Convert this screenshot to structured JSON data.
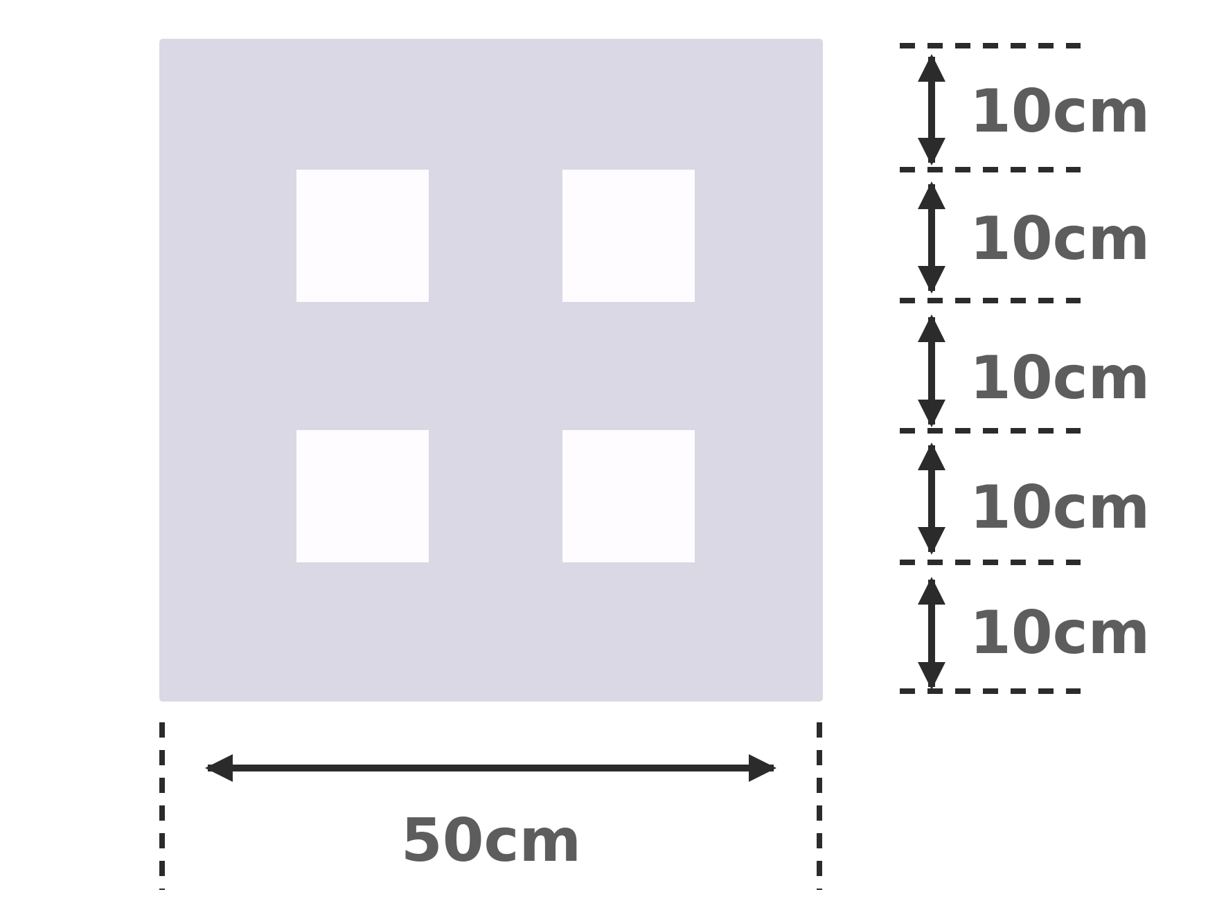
{
  "figure": {
    "colors": {
      "panel": "#d9d8e4",
      "hole": "#fefcfe",
      "line": "#2b2b2b",
      "text": "#5d5d5d"
    },
    "holes": {
      "rows": 2,
      "cols": 2
    }
  },
  "dimensions": {
    "width_label": "50cm",
    "height_labels": [
      "10cm",
      "10cm",
      "10cm",
      "10cm",
      "10cm"
    ]
  }
}
